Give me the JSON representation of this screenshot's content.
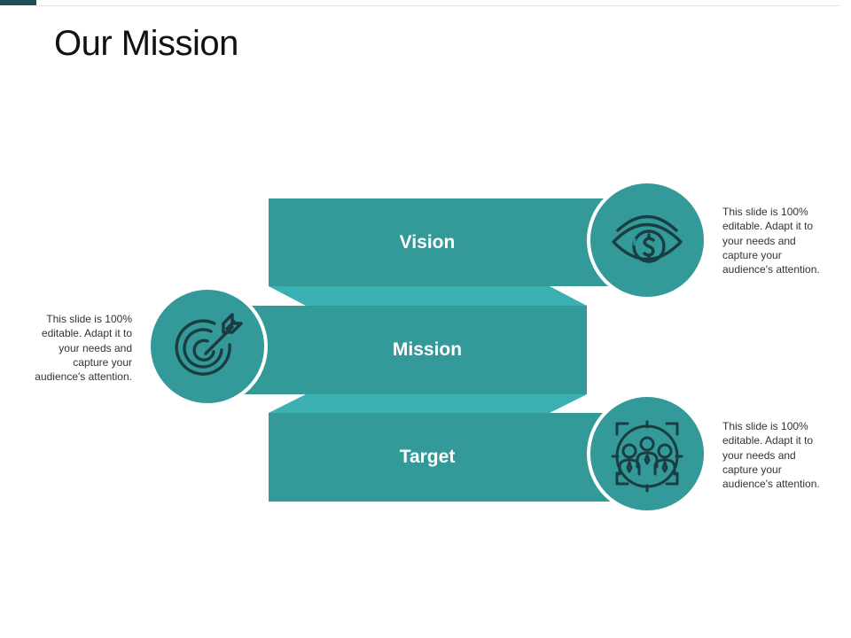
{
  "slide": {
    "title": "Our Mission"
  },
  "colors": {
    "band": "#339999",
    "band_fold": "#3ab0b3",
    "circle": "#339999",
    "icon_stroke": "#1a3d42"
  },
  "items": [
    {
      "label": "Vision",
      "icon": "eye-dollar-icon",
      "text": "This slide is 100% editable. Adapt it to your needs and capture your audience's attention."
    },
    {
      "label": "Mission",
      "icon": "target-arrow-icon",
      "text": "This slide is 100% editable. Adapt it to your needs and capture your audience's attention."
    },
    {
      "label": "Target",
      "icon": "target-audience-icon",
      "text": "This slide is 100% editable. Adapt it to your needs and capture your audience's attention."
    }
  ]
}
